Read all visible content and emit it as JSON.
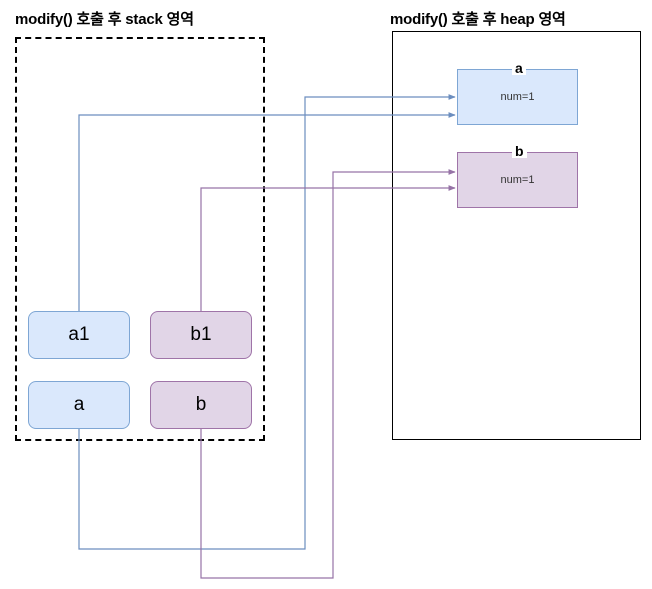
{
  "diagram": {
    "type": "memory-layout-diagram",
    "stack": {
      "title": "modify() 호출 후 stack 영역",
      "boxes": [
        {
          "id": "a1",
          "label": "a1",
          "color": "#dae8fc",
          "border": "#7ea6d4"
        },
        {
          "id": "b1",
          "label": "b1",
          "color": "#e1d5e7",
          "border": "#9f74a8"
        },
        {
          "id": "a",
          "label": "a",
          "color": "#dae8fc",
          "border": "#7ea6d4"
        },
        {
          "id": "b",
          "label": "b",
          "color": "#e1d5e7",
          "border": "#9f74a8"
        }
      ]
    },
    "heap": {
      "title": "modify() 호출 후 heap 영역",
      "objects": [
        {
          "id": "a",
          "label": "a",
          "field": "num=1",
          "color": "#dae8fc",
          "border": "#7ea6d4"
        },
        {
          "id": "b",
          "label": "b",
          "field": "num=1",
          "color": "#e1d5e7",
          "border": "#9f74a8"
        }
      ]
    },
    "edges": [
      {
        "from": "a1",
        "to": "heap-a",
        "color": "#6c8ebf"
      },
      {
        "from": "a",
        "to": "heap-a",
        "color": "#6c8ebf"
      },
      {
        "from": "b1",
        "to": "heap-b",
        "color": "#9673a6"
      },
      {
        "from": "b",
        "to": "heap-b",
        "color": "#9673a6"
      }
    ],
    "colors": {
      "blue_fill": "#dae8fc",
      "blue_stroke": "#6c8ebf",
      "purple_fill": "#e1d5e7",
      "purple_stroke": "#9673a6",
      "outline": "#000000",
      "background": "#ffffff"
    }
  }
}
